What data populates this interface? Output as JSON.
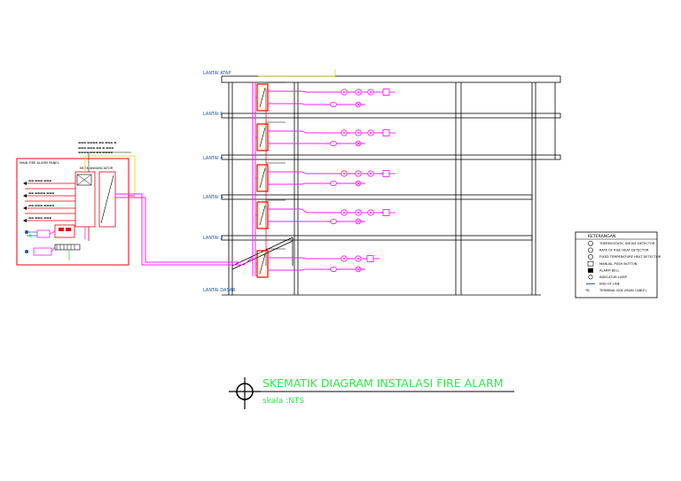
{
  "diagram": {
    "title": "SKEMATIK DIAGRAM INSTALASI FIRE ALARM",
    "scale": "skala :NTS",
    "floors": [
      "LANTAI ATAP",
      "LANTAI 5",
      "LANTAI 4",
      "LANTAI 3",
      "LANTAI 2",
      "LANTAI DASAR"
    ],
    "legend": {
      "title": "KETERANGAN",
      "items": [
        "THERMOSTATIC SMOKE DETECTOR",
        "RATE OF RISE HEAT DETECTOR",
        "FIXED TEMPERATURE HEAT DETECTOR",
        "MANUAL PUSH BUTTON",
        "ALARM BELL",
        "INDICATOR LAMP",
        "END OF LINE",
        "TERMINAL BOX (MAIN CABLE)"
      ]
    },
    "panel": {
      "title": "MAIN FIRE ALARM PANEL",
      "header": "MCFA ANNUNCIATOR"
    }
  },
  "colors": {
    "magenta": "#ff1cff",
    "red": "#e8000f",
    "yellow": "#e8d400",
    "green": "#2fe84a",
    "blue": "#1a52c4",
    "building": "#000000"
  }
}
